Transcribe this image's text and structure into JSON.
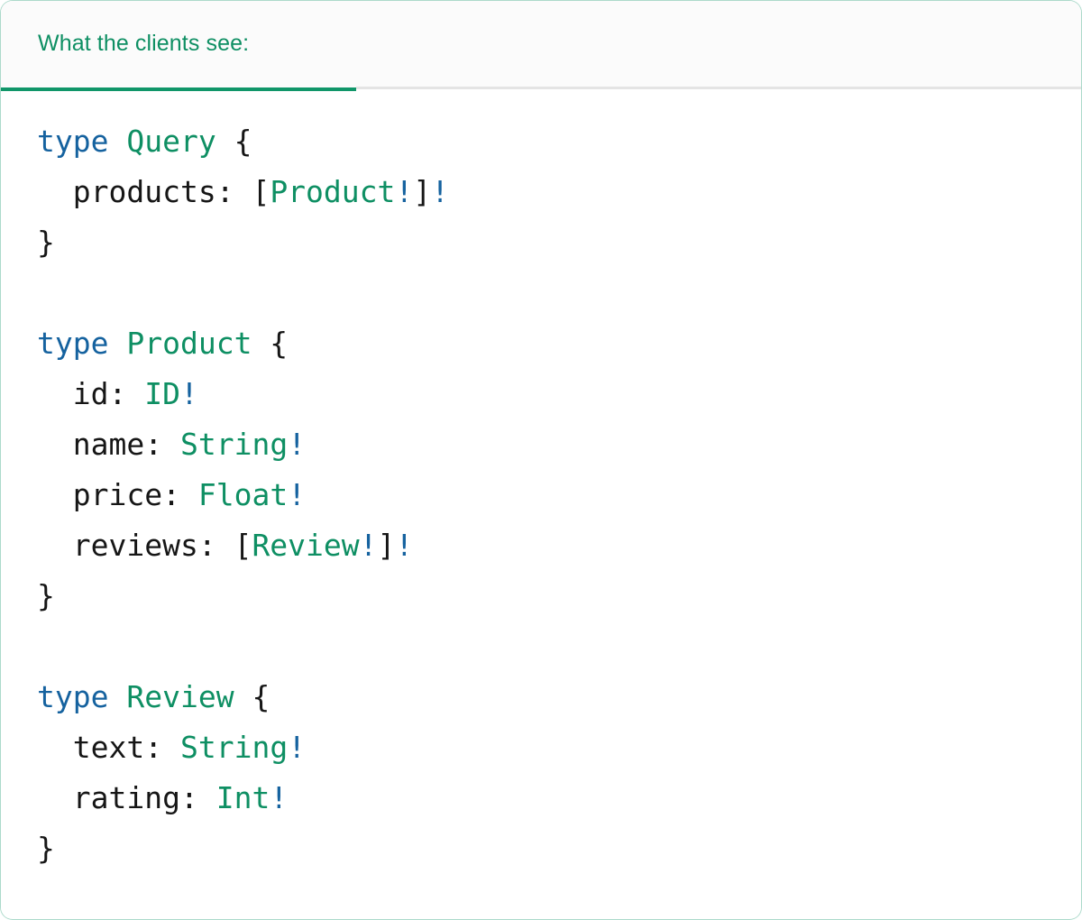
{
  "card": {
    "border_color": "#109669",
    "background": "#ffffff"
  },
  "header": {
    "tab_label": "What the clients see:",
    "tab_active": true,
    "accent_color": "#109669",
    "text_color": "#0e8f63",
    "strip_background": "#fbfbfb",
    "inactive_border_color": "#e4e4e4"
  },
  "code": {
    "language": "graphql",
    "colors": {
      "keyword": "#15629f",
      "type_name": "#0e8f63",
      "punctuation": "#161616",
      "field_name": "#161616",
      "non_null_bang": "#15629f"
    },
    "raw": "type Query {\n  products: [Product!]!\n}\n\ntype Product {\n  id: ID!\n  name: String!\n  price: Float!\n  reviews: [Review!]!\n}\n\ntype Review {\n  text: String!\n  rating: Int!\n}",
    "lines": [
      {
        "tokens": [
          {
            "t": "type",
            "c": "kw"
          },
          {
            "t": " ",
            "c": "punc"
          },
          {
            "t": "Query",
            "c": "type"
          },
          {
            "t": " {",
            "c": "punc"
          }
        ]
      },
      {
        "tokens": [
          {
            "t": "  ",
            "c": "punc"
          },
          {
            "t": "products",
            "c": "field"
          },
          {
            "t": ": [",
            "c": "punc"
          },
          {
            "t": "Product",
            "c": "type"
          },
          {
            "t": "!",
            "c": "bang"
          },
          {
            "t": "]",
            "c": "punc"
          },
          {
            "t": "!",
            "c": "bang"
          }
        ]
      },
      {
        "tokens": [
          {
            "t": "}",
            "c": "punc"
          }
        ]
      },
      {
        "tokens": []
      },
      {
        "tokens": [
          {
            "t": "type",
            "c": "kw"
          },
          {
            "t": " ",
            "c": "punc"
          },
          {
            "t": "Product",
            "c": "type"
          },
          {
            "t": " {",
            "c": "punc"
          }
        ]
      },
      {
        "tokens": [
          {
            "t": "  ",
            "c": "punc"
          },
          {
            "t": "id",
            "c": "field"
          },
          {
            "t": ": ",
            "c": "punc"
          },
          {
            "t": "ID",
            "c": "type"
          },
          {
            "t": "!",
            "c": "bang"
          }
        ]
      },
      {
        "tokens": [
          {
            "t": "  ",
            "c": "punc"
          },
          {
            "t": "name",
            "c": "field"
          },
          {
            "t": ": ",
            "c": "punc"
          },
          {
            "t": "String",
            "c": "type"
          },
          {
            "t": "!",
            "c": "bang"
          }
        ]
      },
      {
        "tokens": [
          {
            "t": "  ",
            "c": "punc"
          },
          {
            "t": "price",
            "c": "field"
          },
          {
            "t": ": ",
            "c": "punc"
          },
          {
            "t": "Float",
            "c": "type"
          },
          {
            "t": "!",
            "c": "bang"
          }
        ]
      },
      {
        "tokens": [
          {
            "t": "  ",
            "c": "punc"
          },
          {
            "t": "reviews",
            "c": "field"
          },
          {
            "t": ": [",
            "c": "punc"
          },
          {
            "t": "Review",
            "c": "type"
          },
          {
            "t": "!",
            "c": "bang"
          },
          {
            "t": "]",
            "c": "punc"
          },
          {
            "t": "!",
            "c": "bang"
          }
        ]
      },
      {
        "tokens": [
          {
            "t": "}",
            "c": "punc"
          }
        ]
      },
      {
        "tokens": []
      },
      {
        "tokens": [
          {
            "t": "type",
            "c": "kw"
          },
          {
            "t": " ",
            "c": "punc"
          },
          {
            "t": "Review",
            "c": "type"
          },
          {
            "t": " {",
            "c": "punc"
          }
        ]
      },
      {
        "tokens": [
          {
            "t": "  ",
            "c": "punc"
          },
          {
            "t": "text",
            "c": "field"
          },
          {
            "t": ": ",
            "c": "punc"
          },
          {
            "t": "String",
            "c": "type"
          },
          {
            "t": "!",
            "c": "bang"
          }
        ]
      },
      {
        "tokens": [
          {
            "t": "  ",
            "c": "punc"
          },
          {
            "t": "rating",
            "c": "field"
          },
          {
            "t": ": ",
            "c": "punc"
          },
          {
            "t": "Int",
            "c": "type"
          },
          {
            "t": "!",
            "c": "bang"
          }
        ]
      },
      {
        "tokens": [
          {
            "t": "}",
            "c": "punc"
          }
        ]
      }
    ]
  }
}
